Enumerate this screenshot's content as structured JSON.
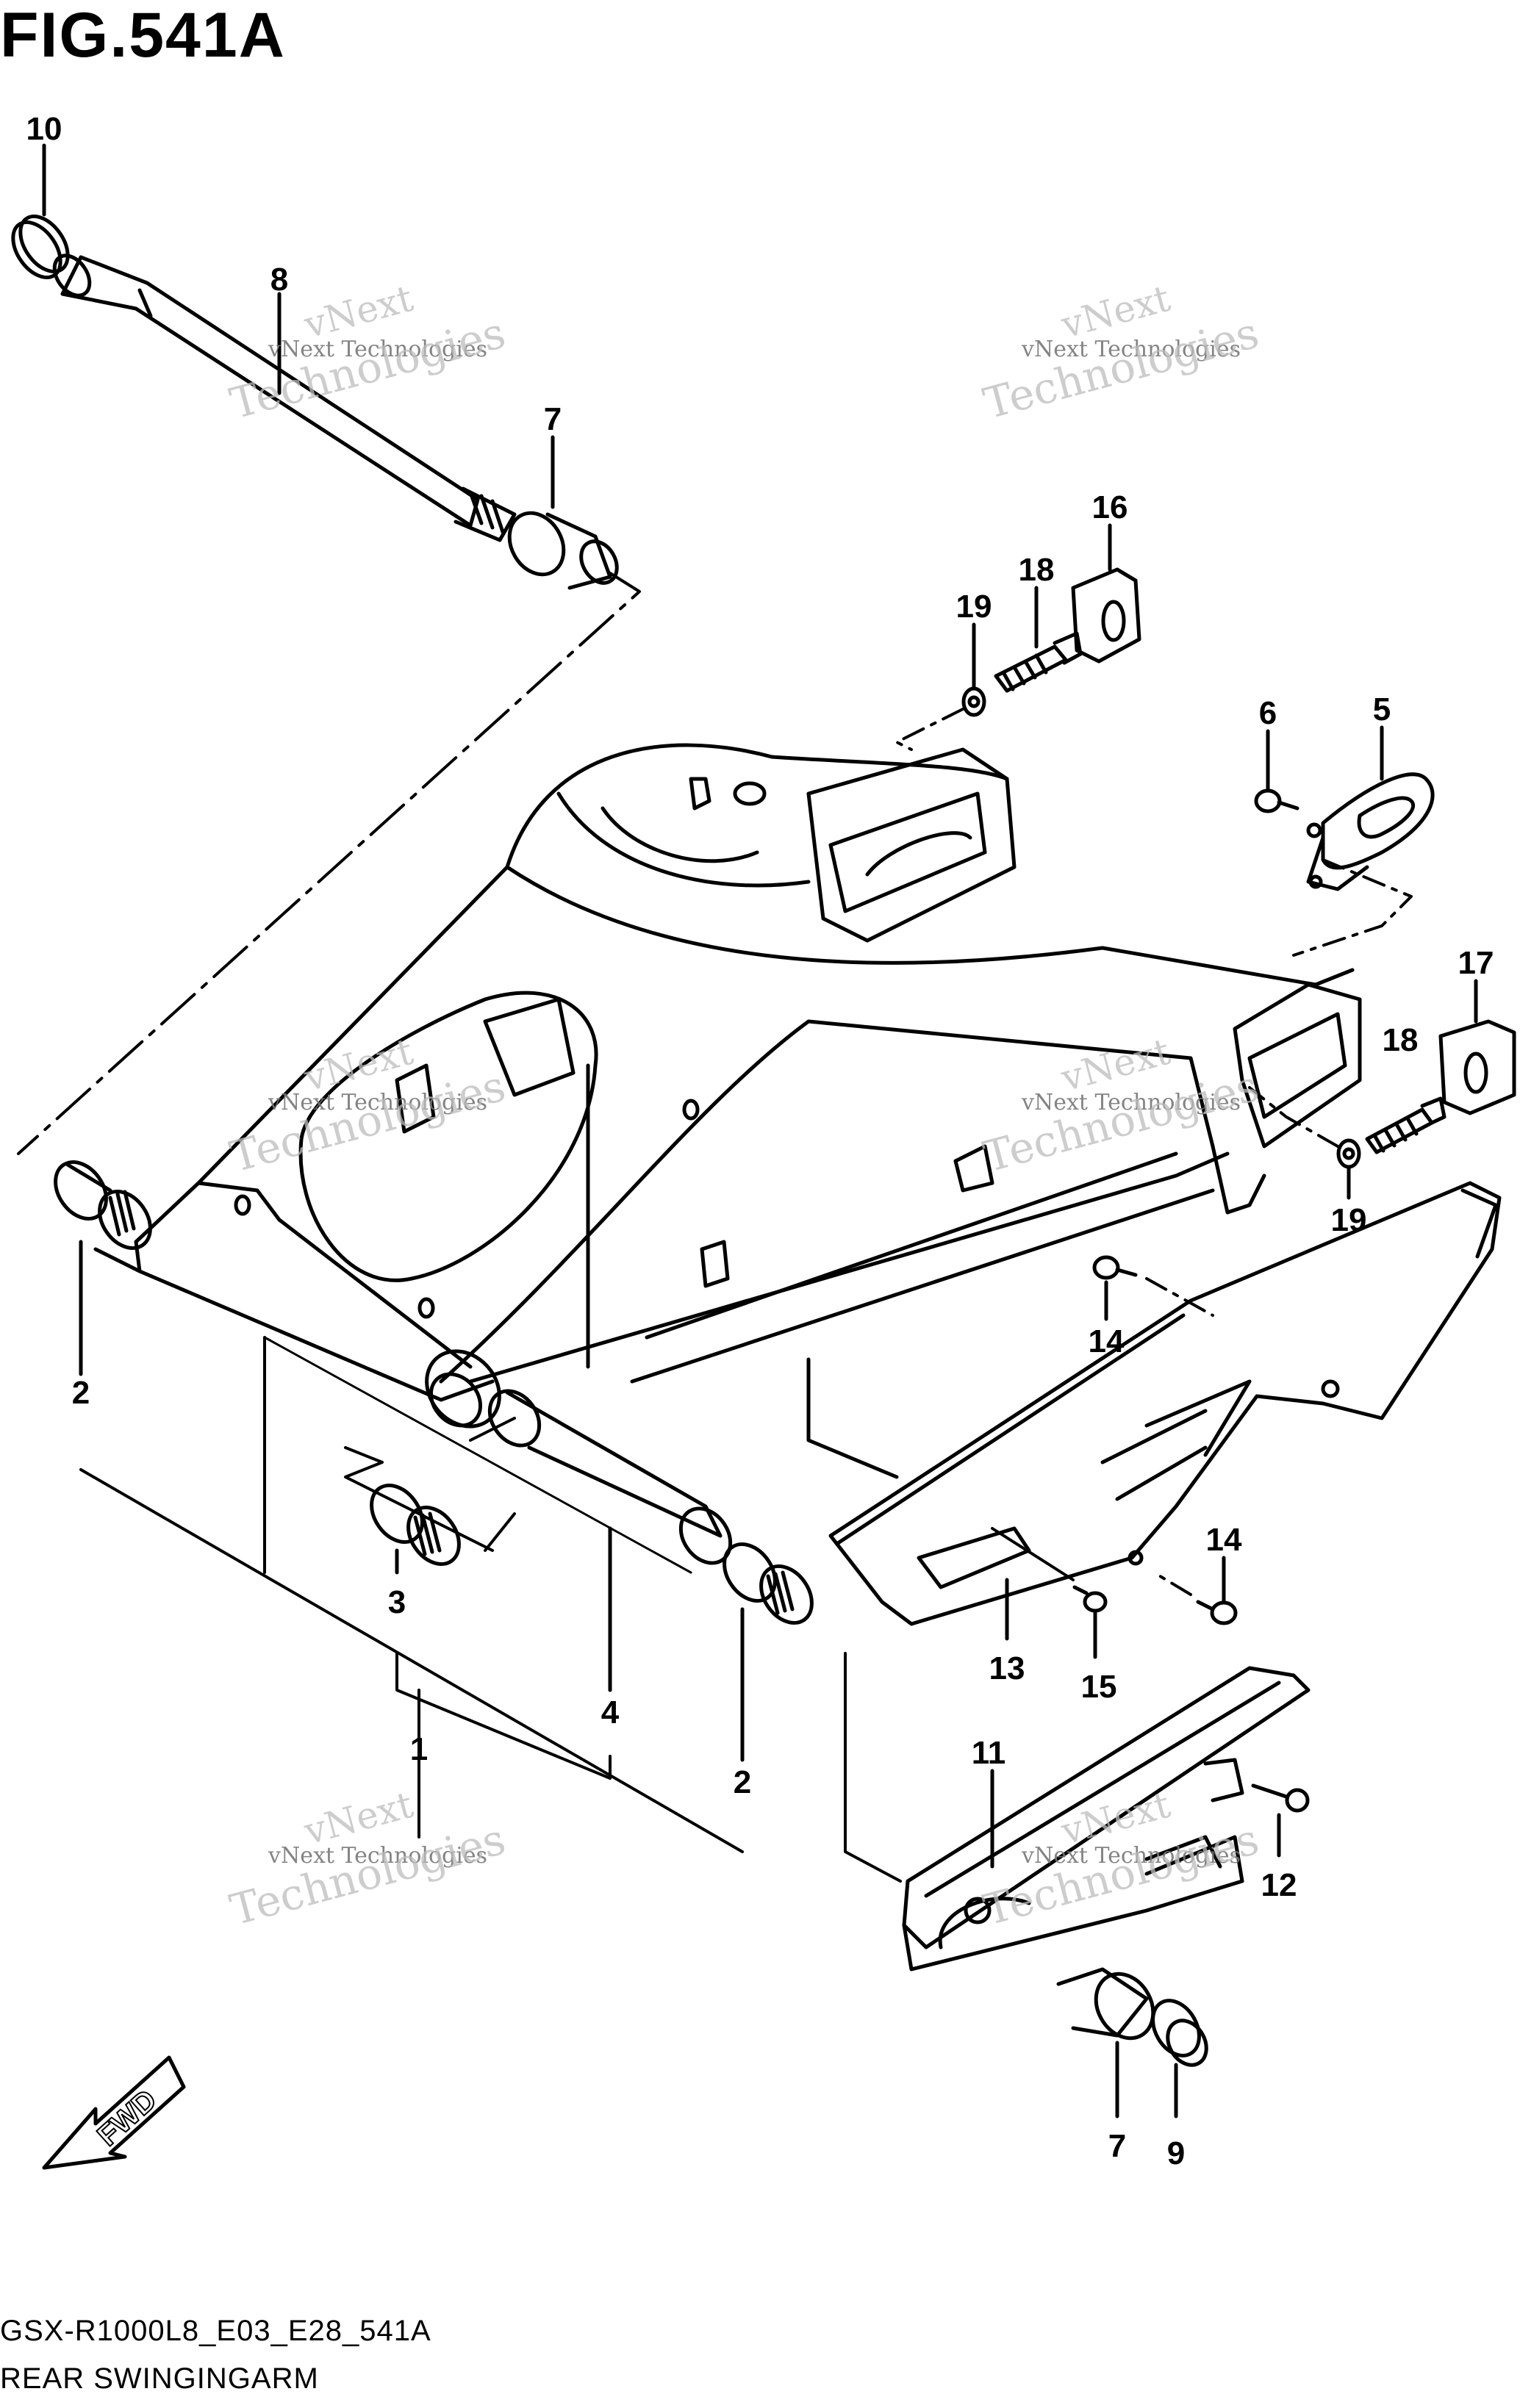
{
  "figure": {
    "title": "FIG.541A",
    "code": "GSX-R1000L8_E03_E28_541A",
    "name": "REAR SWINGINGARM",
    "direction_label": "FWD"
  },
  "watermark": {
    "line1": "vNext",
    "line2": "vNext Technologies",
    "line3": "Technologies"
  },
  "callouts": [
    "10",
    "8",
    "7",
    "16",
    "18",
    "19",
    "6",
    "5",
    "17",
    "18",
    "19",
    "14",
    "2",
    "3",
    "4",
    "1",
    "2",
    "13",
    "15",
    "14",
    "11",
    "12",
    "7",
    "9"
  ]
}
